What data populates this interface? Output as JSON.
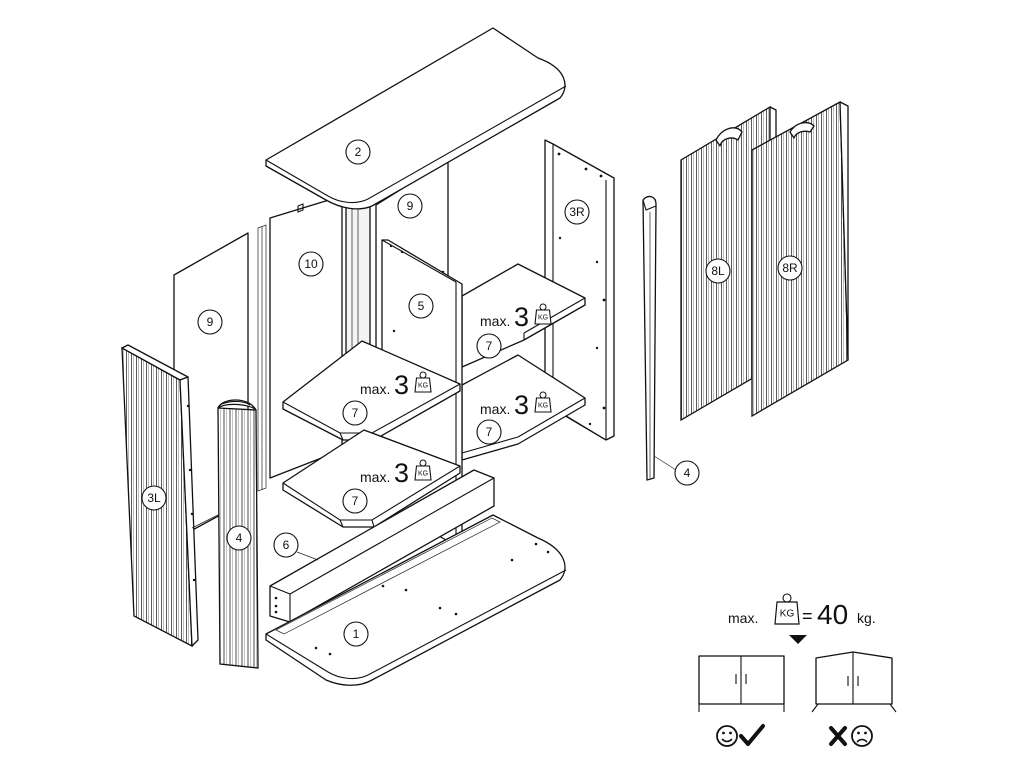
{
  "parts": {
    "p1": "1",
    "p2": "2",
    "p3L": "3L",
    "p3R": "3R",
    "p4a": "4",
    "p4b": "4",
    "p5": "5",
    "p6": "6",
    "p7a": "7",
    "p7b": "7",
    "p7c": "7",
    "p7d": "7",
    "p8L": "8L",
    "p8R": "8R",
    "p9a": "9",
    "p9b": "9",
    "p10": "10"
  },
  "shelf_load": {
    "prefix": "max.",
    "value": "3",
    "weight_label": "KG"
  },
  "total_load": {
    "prefix": "max.",
    "weight_label": "KG",
    "equals": "=",
    "value": "40",
    "unit": "kg."
  },
  "icons": [
    "weight-icon",
    "cabinet-correct-icon",
    "cabinet-overloaded-icon",
    "smiley-icon",
    "checkmark-icon",
    "cross-icon",
    "sad-face-icon"
  ]
}
